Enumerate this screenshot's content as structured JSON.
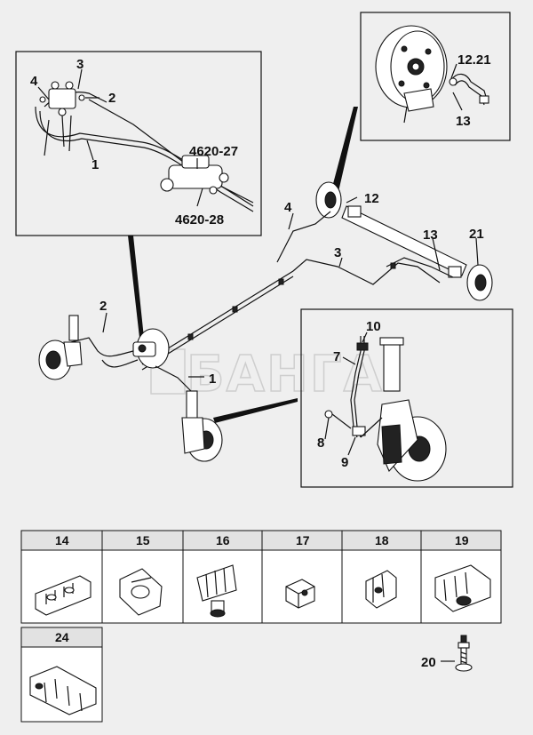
{
  "callouts": {
    "inset_left": {
      "c4": "4",
      "c3": "3",
      "c2": "2",
      "c1": "1",
      "c4620_27": "4620-27",
      "c4620_28": "4620-28"
    },
    "inset_rear": {
      "c12_21": "12.21",
      "c13": "13"
    },
    "main": {
      "c4": "4",
      "c12": "12",
      "c3": "3",
      "c13": "13",
      "c21": "21",
      "c2": "2",
      "c1": "1"
    },
    "inset_front": {
      "c10": "10",
      "c7": "7",
      "c8": "8",
      "c9": "9"
    }
  },
  "clips_row1": [
    "14",
    "15",
    "16",
    "17",
    "18",
    "19"
  ],
  "clips_row2": [
    "24"
  ],
  "bolt_label": "20",
  "watermark": "БАНГА"
}
